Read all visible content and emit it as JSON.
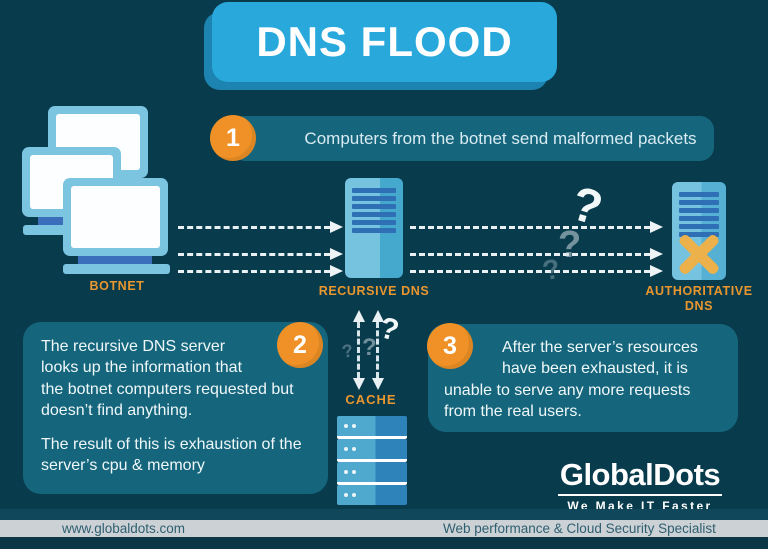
{
  "colors": {
    "background": "#083c4d",
    "panel_teal": "#15667c",
    "accent_orange": "#ef9126",
    "label_orange": "#e9962e",
    "title_banner_blue": "#29a8dc",
    "title_banner_shadow": "#1d84b2",
    "device_light_blue": "#7cc5e1",
    "device_slat_blue": "#2e6fb5",
    "x_mark_orange": "#ecb14a",
    "footer_gray": "#ccd1d5",
    "footer_text": "#2e5f70"
  },
  "title": "DNS FLOOD",
  "steps": {
    "one": {
      "number": "1",
      "text": "Computers from the botnet send malformed packets"
    },
    "two": {
      "number": "2",
      "paragraph1": "The recursive DNS server looks up the information that the botnet computers requested but doesn’t find anything.",
      "paragraph2": "The result of this is exhaustion of the server’s cpu & memory"
    },
    "three": {
      "number": "3",
      "text": "After the server’s resources have been exhausted, it is unable to serve any more requests from the real users."
    }
  },
  "diagram": {
    "botnet_label": "BOTNET",
    "recursive_label": "RECURSIVE DNS",
    "authoritative_label_line1": "AUTHORITATIVE",
    "authoritative_label_line2": "DNS",
    "cache_label": "CACHE",
    "question_mark": "?"
  },
  "logo": {
    "wordmark": "GlobalDots",
    "tagline": "We Make IT Faster"
  },
  "footer": {
    "website": "www.globaldots.com",
    "tagline": "Web performance & Cloud Security Specialist"
  }
}
